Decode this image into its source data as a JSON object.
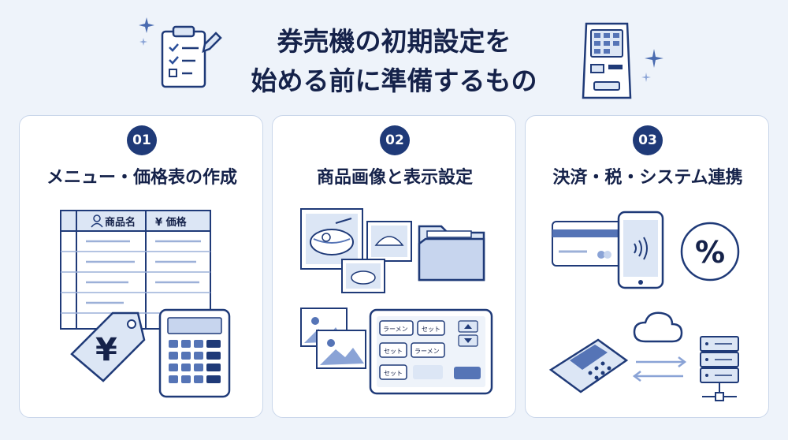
{
  "header": {
    "title_line1": "券売機の初期設定を",
    "title_line2": "始める前に準備するもの"
  },
  "cards": [
    {
      "number": "01",
      "title": "メニュー・価格表の作成",
      "table_headers": [
        "商品名",
        "¥ 価格"
      ],
      "price_tag_symbol": "¥"
    },
    {
      "number": "02",
      "title": "商品画像と表示設定",
      "screen_buttons": [
        "ラーメン",
        "セット",
        "セット",
        "ラーメン",
        "セット"
      ]
    },
    {
      "number": "03",
      "title": "決済・税・システム連携",
      "percent_symbol": "%"
    }
  ],
  "colors": {
    "navy": "#1f3a78",
    "text": "#15224a",
    "light_blue": "#dce6f5",
    "background": "#eef3fa"
  },
  "icons": [
    "clipboard-checklist-icon",
    "ticket-machine-icon",
    "sparkle-icon",
    "user-icon",
    "price-tag-icon",
    "calculator-icon",
    "ramen-photo-icon",
    "gyoza-photo-icon",
    "folder-icon",
    "image-placeholder-icon",
    "touch-screen-icon",
    "credit-card-icon",
    "smartphone-contactless-icon",
    "percent-icon",
    "cloud-icon",
    "payment-terminal-icon",
    "server-icon",
    "sync-arrows-icon"
  ]
}
